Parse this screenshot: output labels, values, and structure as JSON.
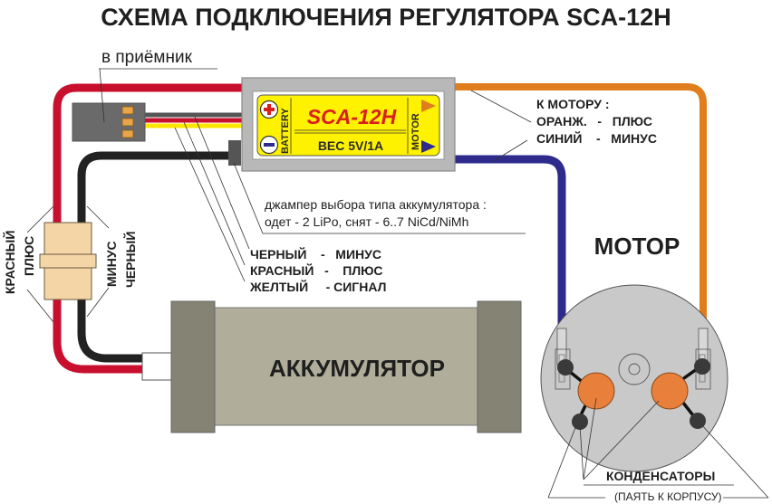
{
  "title": "СХЕМА ПОДКЛЮЧЕНИЯ РЕГУЛЯТОРА  SCA-12H",
  "receiver": {
    "label": "в приёмник"
  },
  "esc": {
    "model": "SCA-12H",
    "bec": "BEC 5V/1A",
    "battery_side_label": "BATTERY",
    "motor_side_label": "MOTOR",
    "plus_symbol": "+",
    "minus_symbol": "−"
  },
  "motor_wires_note": {
    "line1": "К МОТОРУ :",
    "line2": "ОРАНЖ.   -   ПЛЮС",
    "line3": "СИНИЙ    -   МИНУС"
  },
  "jumper_note": {
    "line1": "джампер выбора типа аккумулятора :",
    "line2": "одет - 2 LiPo, снят - 6..7 NiCd/NiMh"
  },
  "receiver_wires_note": {
    "line1": "ЧЕРНЫЙ    -   МИНУС",
    "line2": "КРАСНЫЙ   -    ПЛЮС",
    "line3": "ЖЕЛТЫЙ     - СИГНАЛ"
  },
  "battery_wire_labels": {
    "red": "КРАСНЫЙ",
    "plus": "ПЛЮС",
    "minus": "МИНУС",
    "black": "ЧЕРНЫЙ"
  },
  "battery": {
    "label": "АККУМУЛЯТОР"
  },
  "motor": {
    "label": "МОТОР"
  },
  "capacitors": {
    "label": "КОНДЕНСАТОРЫ",
    "note": "(ПАЯТЬ К КОРПУСУ)"
  },
  "colors": {
    "red_wire": "#c8102e",
    "black_wire": "#222222",
    "yellow_wire": "#ffe600",
    "orange_wire": "#e07d1c",
    "blue_wire": "#2e2b8c",
    "esc_body": "#b8b8b8",
    "esc_label": "#fff200",
    "battery_body": "#b0ae9a",
    "battery_cap": "#858373",
    "motor_body": "#c9c9c9",
    "capacitor": "#e8803c",
    "connector_tan": "#f3d5a6"
  }
}
